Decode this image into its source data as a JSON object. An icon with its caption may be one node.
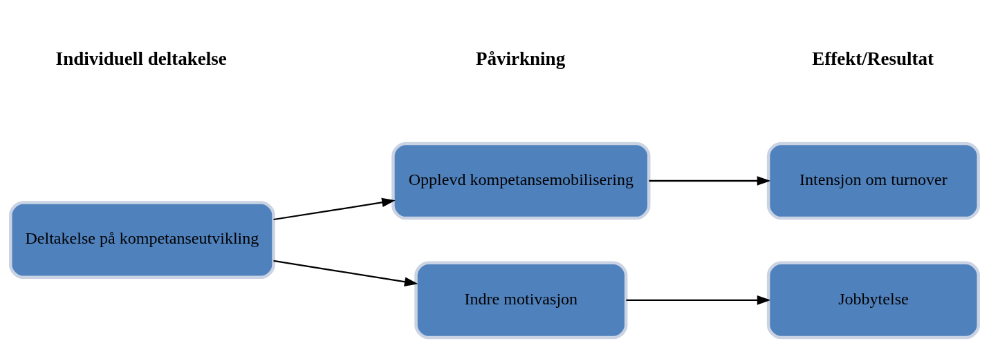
{
  "diagram": {
    "nodes": [
      {
        "text": [
          "Deltakelse på kompetanseutvikling"
        ]
      },
      {
        "text": [
          "Opplevd kompetansemobilisering"
        ]
      },
      {
        "text": [
          "Intensjon om turnover"
        ]
      },
      {
        "text": [
          "Indre motivasjon"
        ]
      },
      {
        "text": [
          "Jobbytelse"
        ]
      }
    ],
    "edges": [
      {
        "from": 0,
        "to": 1,
        "arrow": "to"
      },
      {
        "from": 0,
        "to": 3,
        "arrow": "to"
      },
      {
        "from": 1,
        "to": 2,
        "arrow": "to"
      },
      {
        "from": 3,
        "to": 4,
        "arrow": "to"
      }
    ],
    "labels": [
      "Individuell deltakelse",
      "Påvirkning",
      "Effekt/Resultat"
    ]
  }
}
